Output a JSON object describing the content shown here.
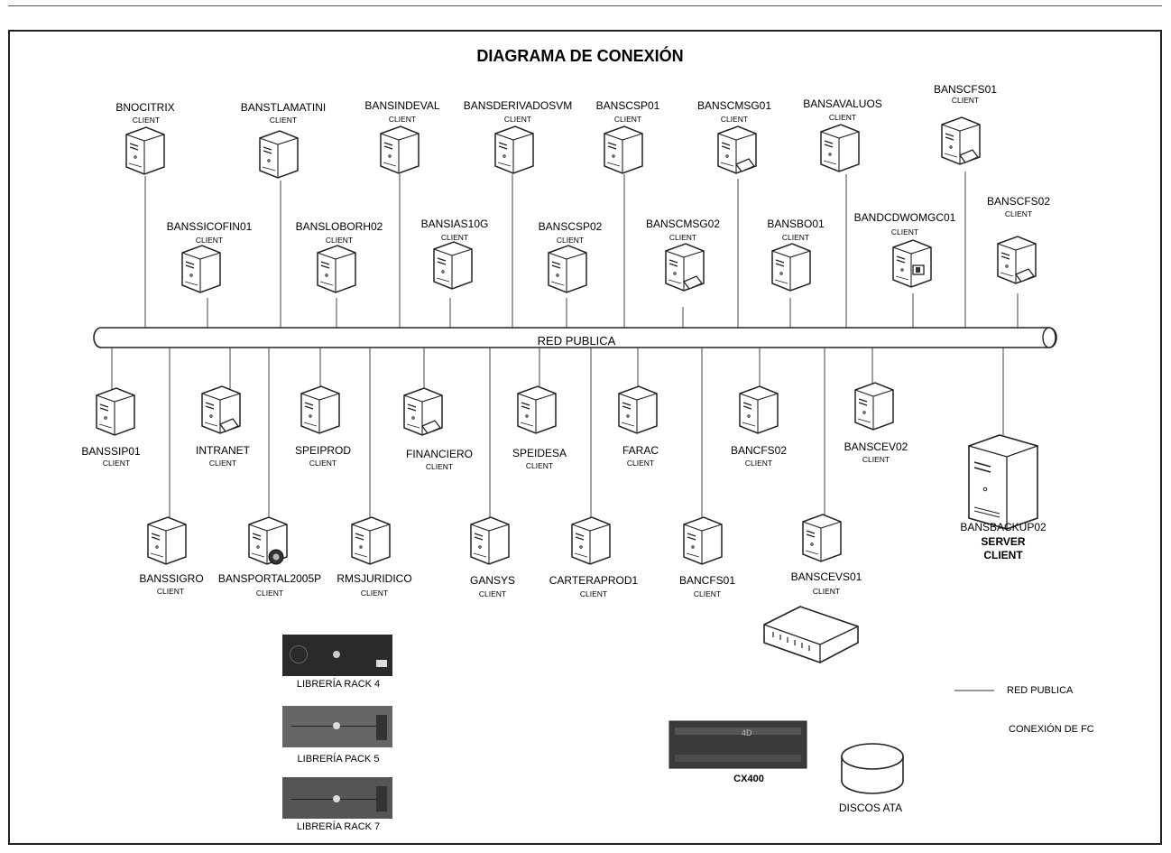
{
  "title": "DIAGRAMA DE CONEXIÓN",
  "bus_label": "RED PUBLICA",
  "client_label": "CLIENT",
  "nodes": {
    "bnocitrix": "BNOCITRIX",
    "banstlamatini": "BANSTLAMATINI",
    "bansindeval": "BANSINDEVAL",
    "bansderivadosvm": "BANSDERIVADOSVM",
    "banscsp01": "BANSCSP01",
    "banscmsg01": "BANSCMSG01",
    "bansavaluos": "BANSAVALUOS",
    "banscfs01": "BANSCFS01",
    "banssicofin01": "BANSSICOFIN01",
    "bansloborh02": "BANSLOBORH02",
    "bansias10g": "BANSIAS10G",
    "banscsp02": "BANSCSP02",
    "banscmsg02": "BANSCMSG02",
    "bansbo01": "BANSBO01",
    "bandcdwomgc01": "BANDCDWOMGC01",
    "banscfs02": "BANSCFS02",
    "banssip01": "BANSSIP01",
    "intranet": "INTRANET",
    "speiprod": "SPEIPROD",
    "financiero": "FINANCIERO",
    "speidesa": "SPEIDESA",
    "farac": "FARAC",
    "bancfs02": "BANCFS02",
    "banscev02": "BANSCEV02",
    "bansbackup02": "BANSBACKUP02",
    "banssigro": "BANSSIGRO",
    "bansportal2005p": "BANSPORTAL2005P",
    "rmsjuridico": "RMSJURIDICO",
    "gansys": "GANSYS",
    "carteraprod1": "CARTERAPROD1",
    "bancfs01": "BANCFS01",
    "banscevs01": "BANSCEVS01"
  },
  "server_role": "SERVER",
  "server_client": "CLIENT",
  "racks": {
    "rack4": "LIBRERÍA RACK 4",
    "rack5": "LIBRERÍA PACK 5",
    "rack7": "LIBRERÍA RACK 7"
  },
  "storage": {
    "cx400": "CX400",
    "discos": "DISCOS ATA"
  },
  "legend": {
    "red_publica": "RED PUBLICA",
    "conexion_fc": "CONEXIÓN DE FC"
  }
}
